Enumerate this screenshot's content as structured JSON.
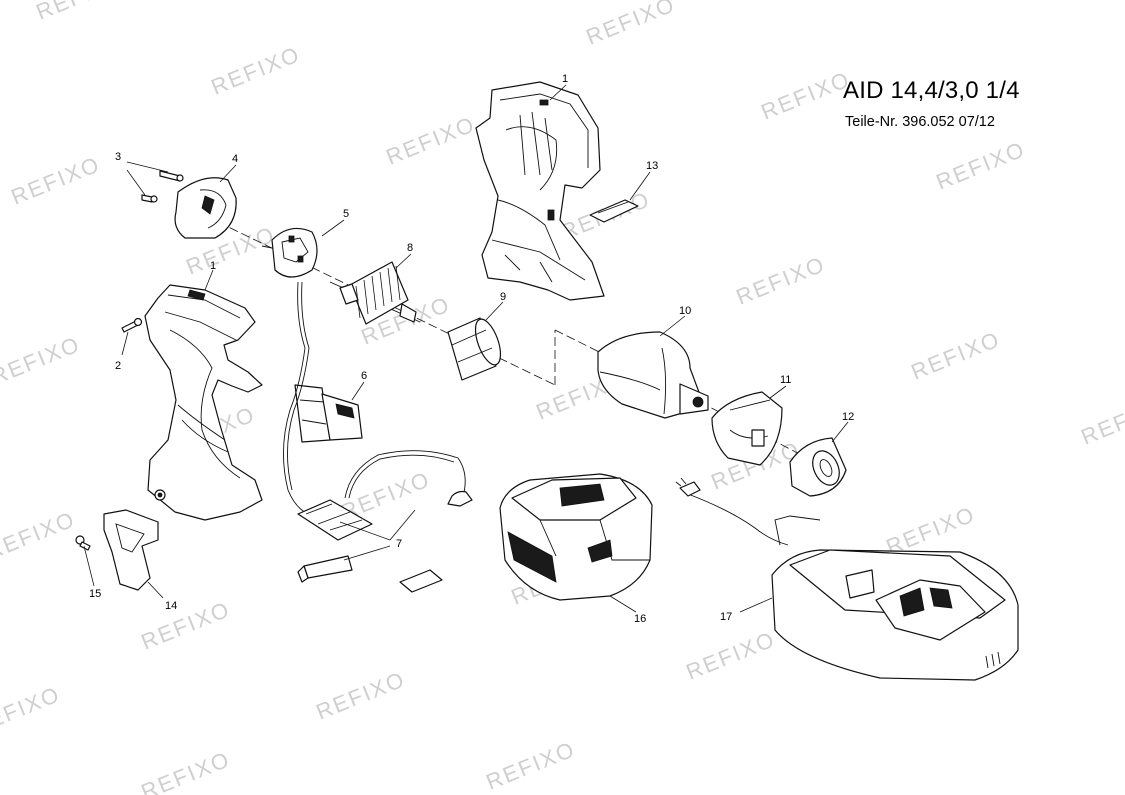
{
  "header": {
    "title": "AID 14,4/3,0 1/4",
    "part_number": "Teile-Nr. 396.052  07/12"
  },
  "watermark": {
    "text": "REFIXO",
    "color": "#cfcfcf"
  },
  "callouts": [
    {
      "id": "1a",
      "label": "1"
    },
    {
      "id": "1b",
      "label": "1"
    },
    {
      "id": "2",
      "label": "2"
    },
    {
      "id": "3",
      "label": "3"
    },
    {
      "id": "4",
      "label": "4"
    },
    {
      "id": "5",
      "label": "5"
    },
    {
      "id": "6",
      "label": "6"
    },
    {
      "id": "7",
      "label": "7"
    },
    {
      "id": "8",
      "label": "8"
    },
    {
      "id": "9",
      "label": "9"
    },
    {
      "id": "10",
      "label": "10"
    },
    {
      "id": "11",
      "label": "11"
    },
    {
      "id": "12",
      "label": "12"
    },
    {
      "id": "13",
      "label": "13"
    },
    {
      "id": "14",
      "label": "14"
    },
    {
      "id": "15",
      "label": "15"
    },
    {
      "id": "16",
      "label": "16"
    },
    {
      "id": "17",
      "label": "17"
    }
  ],
  "parts": [
    {
      "label": "1",
      "icon": "housing-half-icon"
    },
    {
      "label": "2",
      "icon": "screw-icon"
    },
    {
      "label": "3",
      "icon": "screw-icon"
    },
    {
      "label": "4",
      "icon": "end-cap-icon"
    },
    {
      "label": "5",
      "icon": "brush-plate-icon"
    },
    {
      "label": "6",
      "icon": "switch-icon"
    },
    {
      "label": "7",
      "icon": "wiring-icon"
    },
    {
      "label": "8",
      "icon": "armature-icon"
    },
    {
      "label": "9",
      "icon": "magnet-ring-icon"
    },
    {
      "label": "10",
      "icon": "gear-housing-icon"
    },
    {
      "label": "11",
      "icon": "front-cap-icon"
    },
    {
      "label": "12",
      "icon": "nose-cap-icon"
    },
    {
      "label": "13",
      "icon": "label-plate-icon"
    },
    {
      "label": "14",
      "icon": "belt-clip-icon"
    },
    {
      "label": "15",
      "icon": "screw-icon"
    },
    {
      "label": "16",
      "icon": "battery-pack-icon"
    },
    {
      "label": "17",
      "icon": "charger-icon"
    }
  ]
}
